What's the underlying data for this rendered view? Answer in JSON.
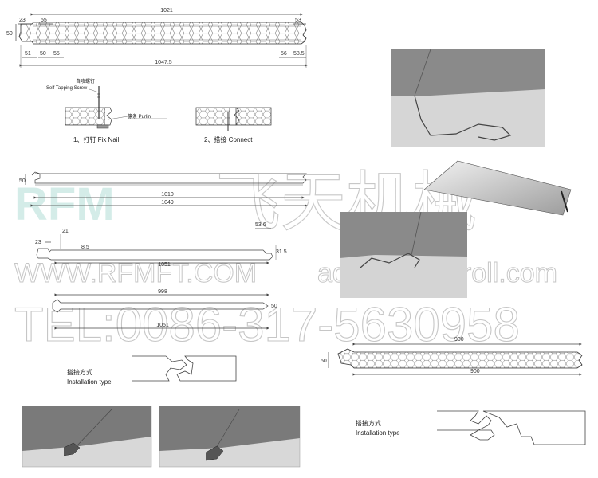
{
  "watermark": {
    "brand": "RFM",
    "chinese": "飞天机械",
    "url": "WWW.RFMFT.COM",
    "email": "admin@chnroll.com",
    "tel": "TEL:0086-317-5630958"
  },
  "panel_top": {
    "width_total": "1021",
    "width_overall": "1047.5",
    "height": "50",
    "d23": "23",
    "d55a": "55",
    "d53": "53",
    "d51": "51",
    "d50": "50",
    "d55b": "55",
    "d56": "56",
    "d585": "58.5"
  },
  "fixing": {
    "screw_label_cn": "自攻螺钉",
    "screw_label_en": "Self Tapping Screw",
    "purlin_label": "檩条 Purlin",
    "caption1": "1、打钉   Fix Nail",
    "caption2": "2、搭接   Connect"
  },
  "panel_mid": {
    "height": "50",
    "w1010": "1010",
    "w1049": "1049"
  },
  "panel_low": {
    "d21": "21",
    "d23": "23",
    "d85": "8.5",
    "d536": "53.6",
    "d315": "31.5",
    "w1051a": "1051",
    "w998": "998",
    "d50": "50",
    "w1051b": "1051"
  },
  "install_left": {
    "cn": "搭接方式",
    "en": "Installation type"
  },
  "panel_right": {
    "height": "50",
    "w900a": "900",
    "w900b": "900"
  },
  "install_right": {
    "cn": "搭接方式",
    "en": "Installation type"
  }
}
